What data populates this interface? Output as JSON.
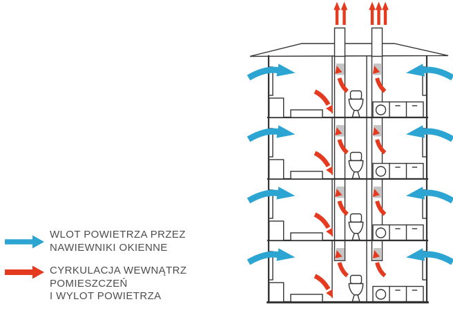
{
  "legend": {
    "inlet": {
      "label_lines": [
        "WLOT POWIETRZA PRZEZ",
        "NAWIEWNIKI OKIENNE"
      ]
    },
    "exhaust": {
      "label_lines": [
        "CYRKULACJA WEWNĄTRZ",
        "POMIESZCZEŃ",
        "I WYLOT POWIETRZA"
      ]
    }
  },
  "diagram": {
    "floors": 4,
    "outlet_arrows_left_chimney": 2,
    "outlet_arrows_right_chimney": 3,
    "colors": {
      "inlet": "#2ca5d3",
      "exhaust": "#e43a20",
      "outline": "#333333",
      "grille": "#c5c5c5",
      "text": "#4d4d4d"
    }
  }
}
